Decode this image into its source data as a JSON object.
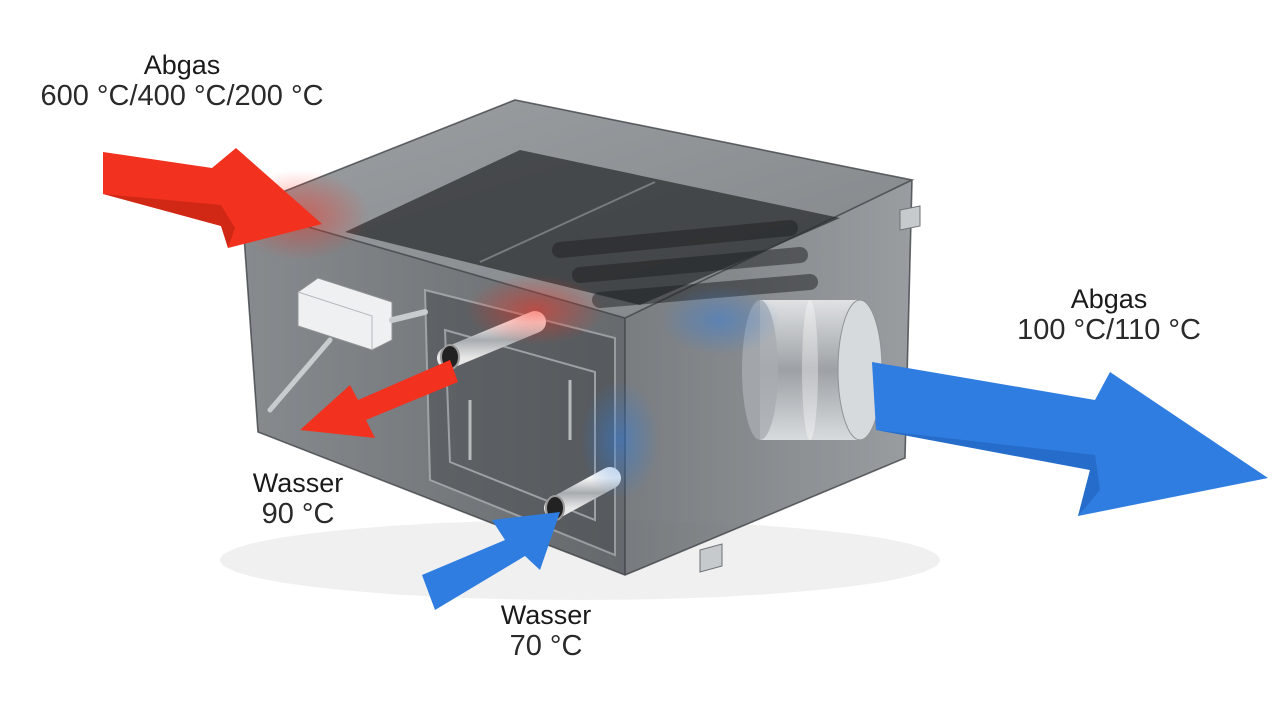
{
  "labels": {
    "exhaust_in": {
      "name": "Abgas",
      "temps": "600 °C/400 °C/200 °C"
    },
    "exhaust_out": {
      "name": "Abgas",
      "temps": "100 °C/110 °C"
    },
    "water_out": {
      "name": "Wasser",
      "temp": "90 °C"
    },
    "water_in": {
      "name": "Wasser",
      "temp": "70 °C"
    }
  },
  "colors": {
    "hot": "#f2311f",
    "cold": "#2f7de0",
    "housing": "#5b5f63",
    "background": "#ffffff"
  },
  "icons": {
    "exhaust_in_arrow": "arrow-right-icon",
    "exhaust_out_arrow": "arrow-right-icon",
    "water_out_arrow": "arrow-down-left-icon",
    "water_in_arrow": "arrow-up-right-icon"
  }
}
